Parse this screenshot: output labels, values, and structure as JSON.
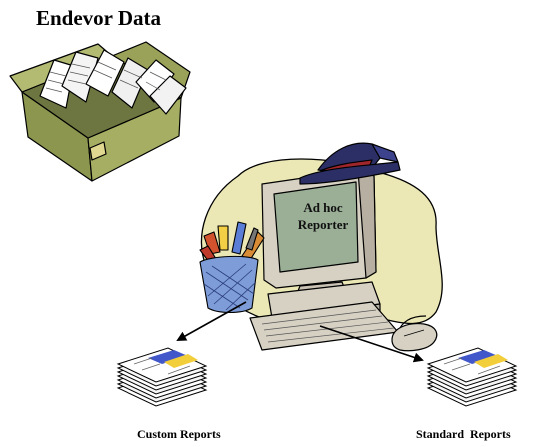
{
  "diagram": {
    "title": "Endevor Data",
    "center_label_line1": "Ad hoc",
    "center_label_line2": "Reporter",
    "left_output": "Custom Reports",
    "right_output": "Standard  Reports"
  },
  "colors": {
    "box_green": "#98a25c",
    "blob_yellow": "#ebe8b5",
    "monitor_beige": "#d7d1c4",
    "screen_teal": "#9aaf96",
    "hat_navy": "#2c2f66",
    "hat_red": "#a1262c",
    "report_blue": "#4257c9",
    "report_yellow": "#f2ce3a"
  },
  "icons": [
    "storage-box-icon",
    "computer-icon",
    "hat-icon",
    "pencil-cup-icon",
    "mouse-icon",
    "report-stack-icon"
  ]
}
